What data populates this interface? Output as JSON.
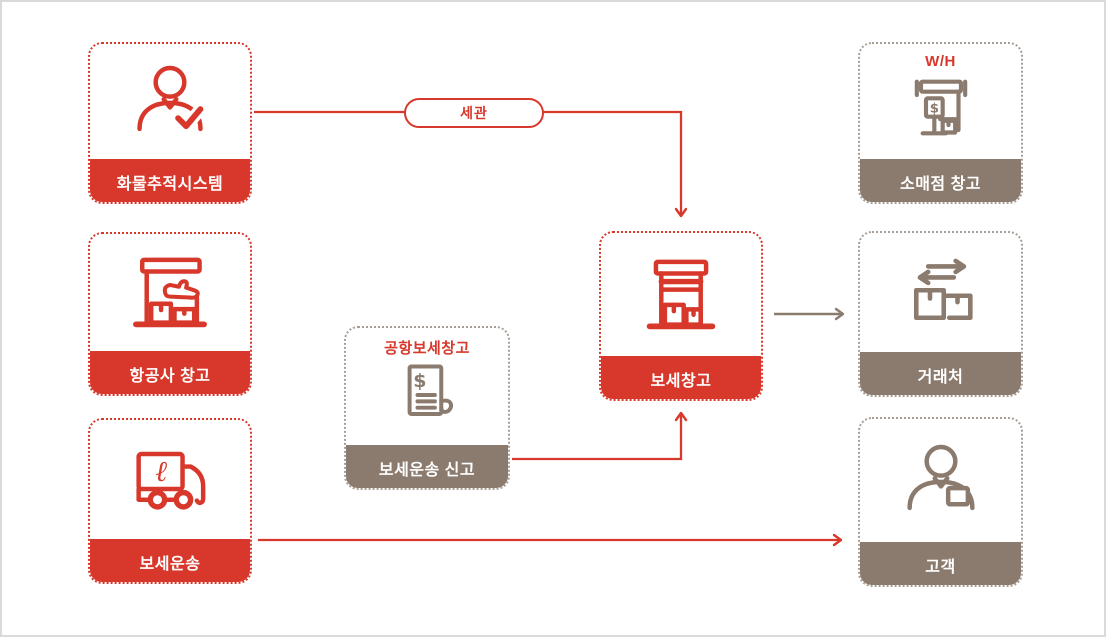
{
  "colors": {
    "red": "#d8382b",
    "brown": "#8b7b6e",
    "brown_border": "#a89e95",
    "frame_border": "#d9d9d9"
  },
  "nodes": {
    "cargo_tracking": {
      "label": "화물추적시스템"
    },
    "airline_warehouse": {
      "label": "항공사 창고"
    },
    "bonded_transport": {
      "label": "보세운송"
    },
    "bonded_declaration": {
      "top_label": "공항보세창고",
      "label": "보세운송 신고"
    },
    "bonded_warehouse": {
      "label": "보세창고"
    },
    "retail_warehouse": {
      "top_label": "W/H",
      "label": "소매점 창고"
    },
    "client": {
      "label": "거래처"
    },
    "customer": {
      "label": "고객"
    }
  },
  "connectors": {
    "customs_label": "세관"
  },
  "icon_glyphs": {
    "dollar": "$",
    "cursive_l": "ℓ"
  }
}
